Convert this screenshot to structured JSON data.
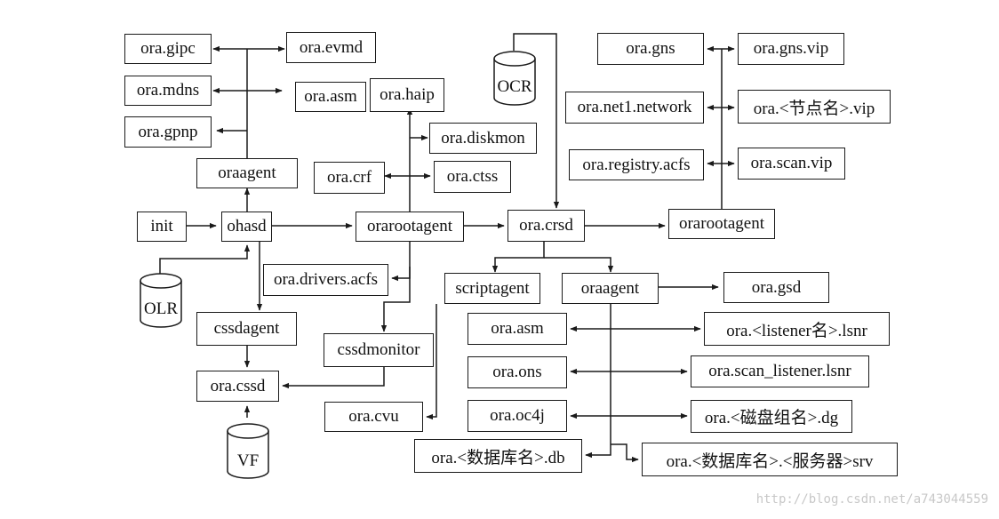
{
  "nodes": {
    "gipc": "ora.gipc",
    "evmd": "ora.evmd",
    "mdns": "ora.mdns",
    "asm_top": "ora.asm",
    "haip": "ora.haip",
    "gpnp": "ora.gpnp",
    "diskmon": "ora.diskmon",
    "oraagent_left": "oraagent",
    "crf": "ora.crf",
    "ctss": "ora.ctss",
    "init": "init",
    "ohasd": "ohasd",
    "orarootagent_mid": "orarootagent",
    "crsd": "ora.crsd",
    "orarootagent_right": "orarootagent",
    "drivers_acfs": "ora.drivers.acfs",
    "scriptagent": "scriptagent",
    "oraagent_right": "oraagent",
    "gsd": "ora.gsd",
    "cssdagent": "cssdagent",
    "cssdmonitor": "cssdmonitor",
    "cssd": "ora.cssd",
    "cvu": "ora.cvu",
    "asm_right": "ora.asm",
    "ons": "ora.ons",
    "oc4j": "ora.oc4j",
    "db": "ora.<数据库名>.db",
    "listener": "ora.<listener名>.lsnr",
    "scan_listener": "ora.scan_listener.lsnr",
    "dg": "ora.<磁盘组名>.dg",
    "srv": "ora.<数据库名>.<服务器>srv",
    "gns": "ora.gns",
    "gns_vip": "ora.gns.vip",
    "net1": "ora.net1.network",
    "node_vip": "ora.<节点名>.vip",
    "registry_acfs": "ora.registry.acfs",
    "scan_vip": "ora.scan.vip"
  },
  "storage": {
    "ocr": "OCR",
    "olr": "OLR",
    "vf": "VF"
  },
  "watermark": "http://blog.csdn.net/a743044559"
}
